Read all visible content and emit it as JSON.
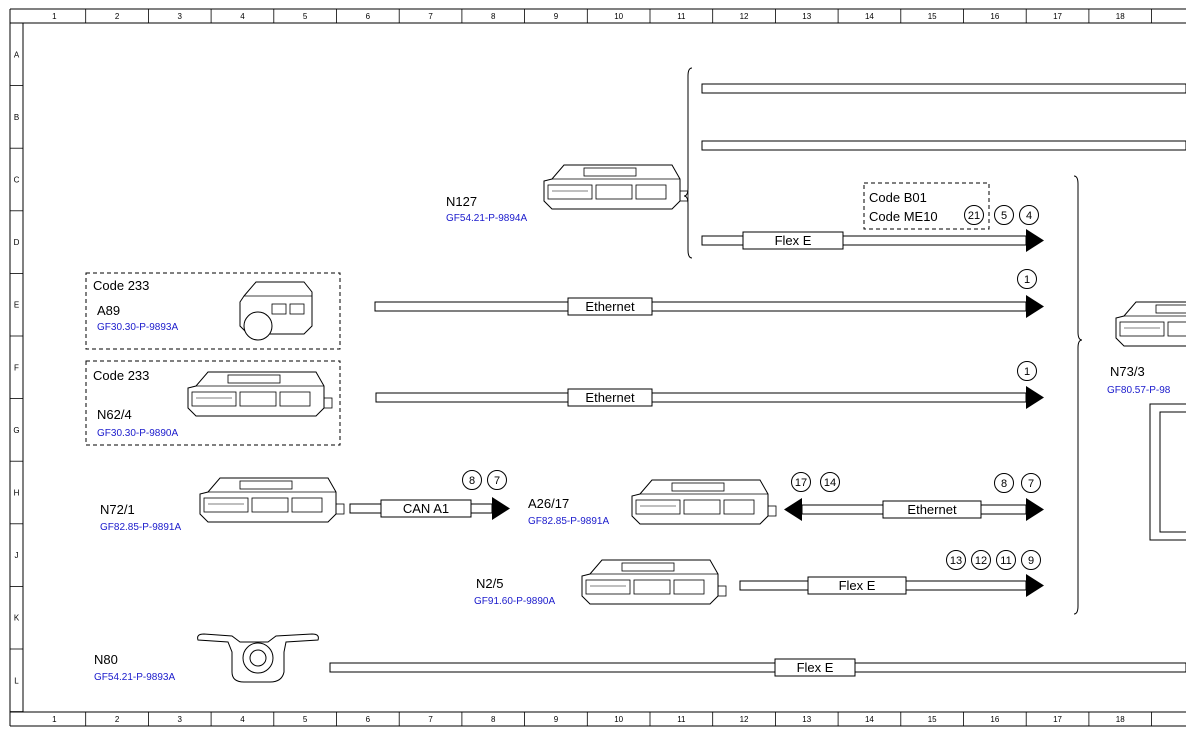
{
  "grid": {
    "columns": [
      "1",
      "2",
      "3",
      "4",
      "5",
      "6",
      "7",
      "8",
      "9",
      "10",
      "11",
      "12",
      "13",
      "14",
      "15",
      "16",
      "17",
      "18"
    ],
    "rows": [
      "A",
      "B",
      "C",
      "D",
      "E",
      "F",
      "G",
      "H",
      "J",
      "K",
      "L"
    ]
  },
  "components": {
    "n127": {
      "name": "N127",
      "part": "GF54.21-P-9894A"
    },
    "a89": {
      "name": "A89",
      "part": "GF30.30-P-9893A",
      "code": "Code 233"
    },
    "n62_4": {
      "name": "N62/4",
      "part": "GF30.30-P-9890A",
      "code": "Code 233"
    },
    "n72_1": {
      "name": "N72/1",
      "part": "GF82.85-P-9891A"
    },
    "a26_17": {
      "name": "A26/17",
      "part": "GF82.85-P-9891A"
    },
    "n2_5": {
      "name": "N2/5",
      "part": "GF91.60-P-9890A"
    },
    "n80": {
      "name": "N80",
      "part": "GF54.21-P-9893A"
    },
    "n73_3": {
      "name": "N73/3",
      "part": "GF80.57-P-98"
    }
  },
  "codes_box": {
    "line1": "Code B01",
    "line2": "Code ME10"
  },
  "buses": {
    "flex_e_top": "Flex E",
    "eth_a89": "Ethernet",
    "eth_n62": "Ethernet",
    "can_a1": "CAN A1",
    "eth_a26": "Ethernet",
    "flex_e_n2": "Flex E",
    "flex_e_n80": "Flex E"
  },
  "connectors": {
    "flex_top": [
      "21",
      "5",
      "4"
    ],
    "eth_a89": [
      "1"
    ],
    "eth_n62": [
      "1"
    ],
    "can": [
      "8",
      "7"
    ],
    "eth_a26_left": [
      "17",
      "14"
    ],
    "eth_a26_right": [
      "8",
      "7"
    ],
    "flex_n2": [
      "13",
      "12",
      "11",
      "9"
    ]
  },
  "colors": {
    "part_number": "#1a1acc",
    "line": "#000000"
  }
}
